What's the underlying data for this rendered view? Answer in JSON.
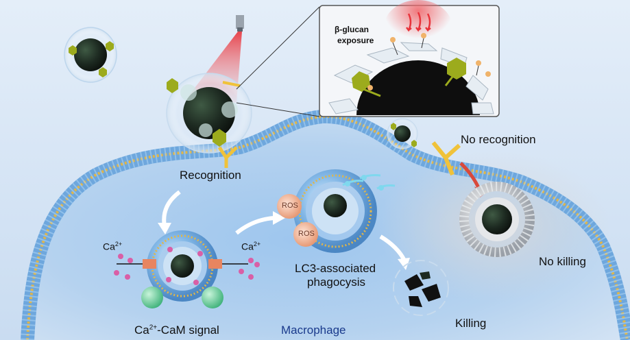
{
  "labels": {
    "beta_glucan": "β-glucan",
    "exposure": "exposure",
    "recognition": "Recognition",
    "no_recognition": "No recognition",
    "ca_left": "Ca",
    "ca_right": "Ca",
    "ca_charge": "2+",
    "ros_top": "ROS",
    "ros_bottom": "ROS",
    "lc3_line1": "LC3-associated",
    "lc3_line2": "phagocysis",
    "no_killing": "No killing",
    "killing": "Killing",
    "cam_ca": "Ca",
    "cam_charge": "2+",
    "cam_rest": "-CaM signal",
    "macrophage": "Macrophage"
  },
  "colors": {
    "membrane_blue": "#7fb3e0",
    "membrane_stripe": "#e0b64a",
    "cytoplasm": "#a9c9ec",
    "laser_red": "#e8333b",
    "beta_glucan_green": "#9cab1d",
    "receptor_yellow": "#f0c23a",
    "fungal_core": "#1c2620",
    "calcium_pink": "#d95fa6",
    "channel_orange": "#e88560",
    "calmodulin_green": "#6ecf9a",
    "ros_orange": "#f0b294",
    "arrow_red": "#d9493b"
  },
  "icons": [
    "laser-icon",
    "arrow-icon",
    "fungal-cell-icon",
    "receptor-icon",
    "calcium-ion-icon",
    "ion-channel-icon",
    "calmodulin-icon",
    "ros-bubble-icon",
    "phagosome-icon",
    "lysosome-icon"
  ]
}
